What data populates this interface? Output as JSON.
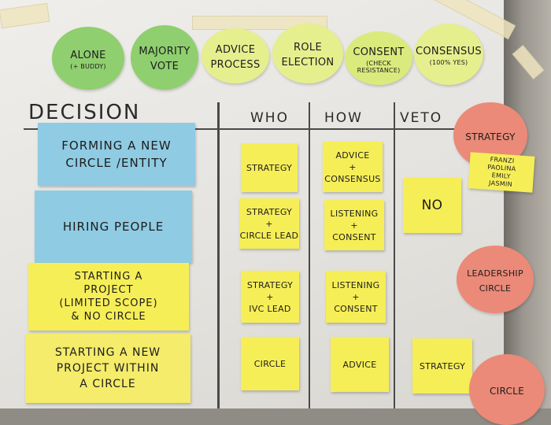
{
  "method_dots": [
    {
      "label": "ALONE",
      "sub": "(+ BUDDY)",
      "color": "#8fcf6f"
    },
    {
      "label": "MAJORITY\nVOTE",
      "sub": "",
      "color": "#8fcf6f"
    },
    {
      "label": "ADVICE\nPROCESS",
      "sub": "",
      "color": "#e6ef8e"
    },
    {
      "label": "ROLE\nELECTION",
      "sub": "",
      "color": "#e6ef8e"
    },
    {
      "label": "CONSENT",
      "sub": "(CHECK RESISTANCE)",
      "color": "#dbea7c"
    },
    {
      "label": "CONSENSUS",
      "sub": "(100% YES)",
      "color": "#e6ef8e"
    }
  ],
  "table": {
    "headers": {
      "decision": "DECISION",
      "who": "WHO",
      "how": "HOW",
      "veto": "VETO"
    },
    "rows": [
      {
        "decision": "FORMING A NEW\nCIRCLE /ENTITY",
        "who": "STRATEGY",
        "how": "ADVICE\n+\nCONSENSUS",
        "veto": ""
      },
      {
        "decision": "HIRING PEOPLE",
        "who": "STRATEGY\n+\nCIRCLE LEAD",
        "how": "LISTENING\n+\nCONSENT",
        "veto": "NO"
      },
      {
        "decision": "STARTING A\nPROJECT\n(LIMITED SCOPE)\n& NO CIRCLE",
        "who": "STRATEGY\n+\nIVC LEAD",
        "how": "LISTENING\n+\nCONSENT",
        "veto": ""
      },
      {
        "decision": "STARTING A NEW\nPROJECT WITHIN\nA CIRCLE",
        "who": "CIRCLE",
        "how": "ADVICE",
        "veto": "STRATEGY"
      }
    ]
  },
  "side_circles": [
    {
      "label": "STRATEGY",
      "color": "#eb8a78"
    },
    {
      "label": "LEADERSHIP\nCIRCLE",
      "color": "#eb8a78"
    },
    {
      "label": "CIRCLE",
      "color": "#eb8a78"
    }
  ],
  "members_note": {
    "text": "FRANZI\nPAOLINA\nEMILY\nJASMIN"
  }
}
